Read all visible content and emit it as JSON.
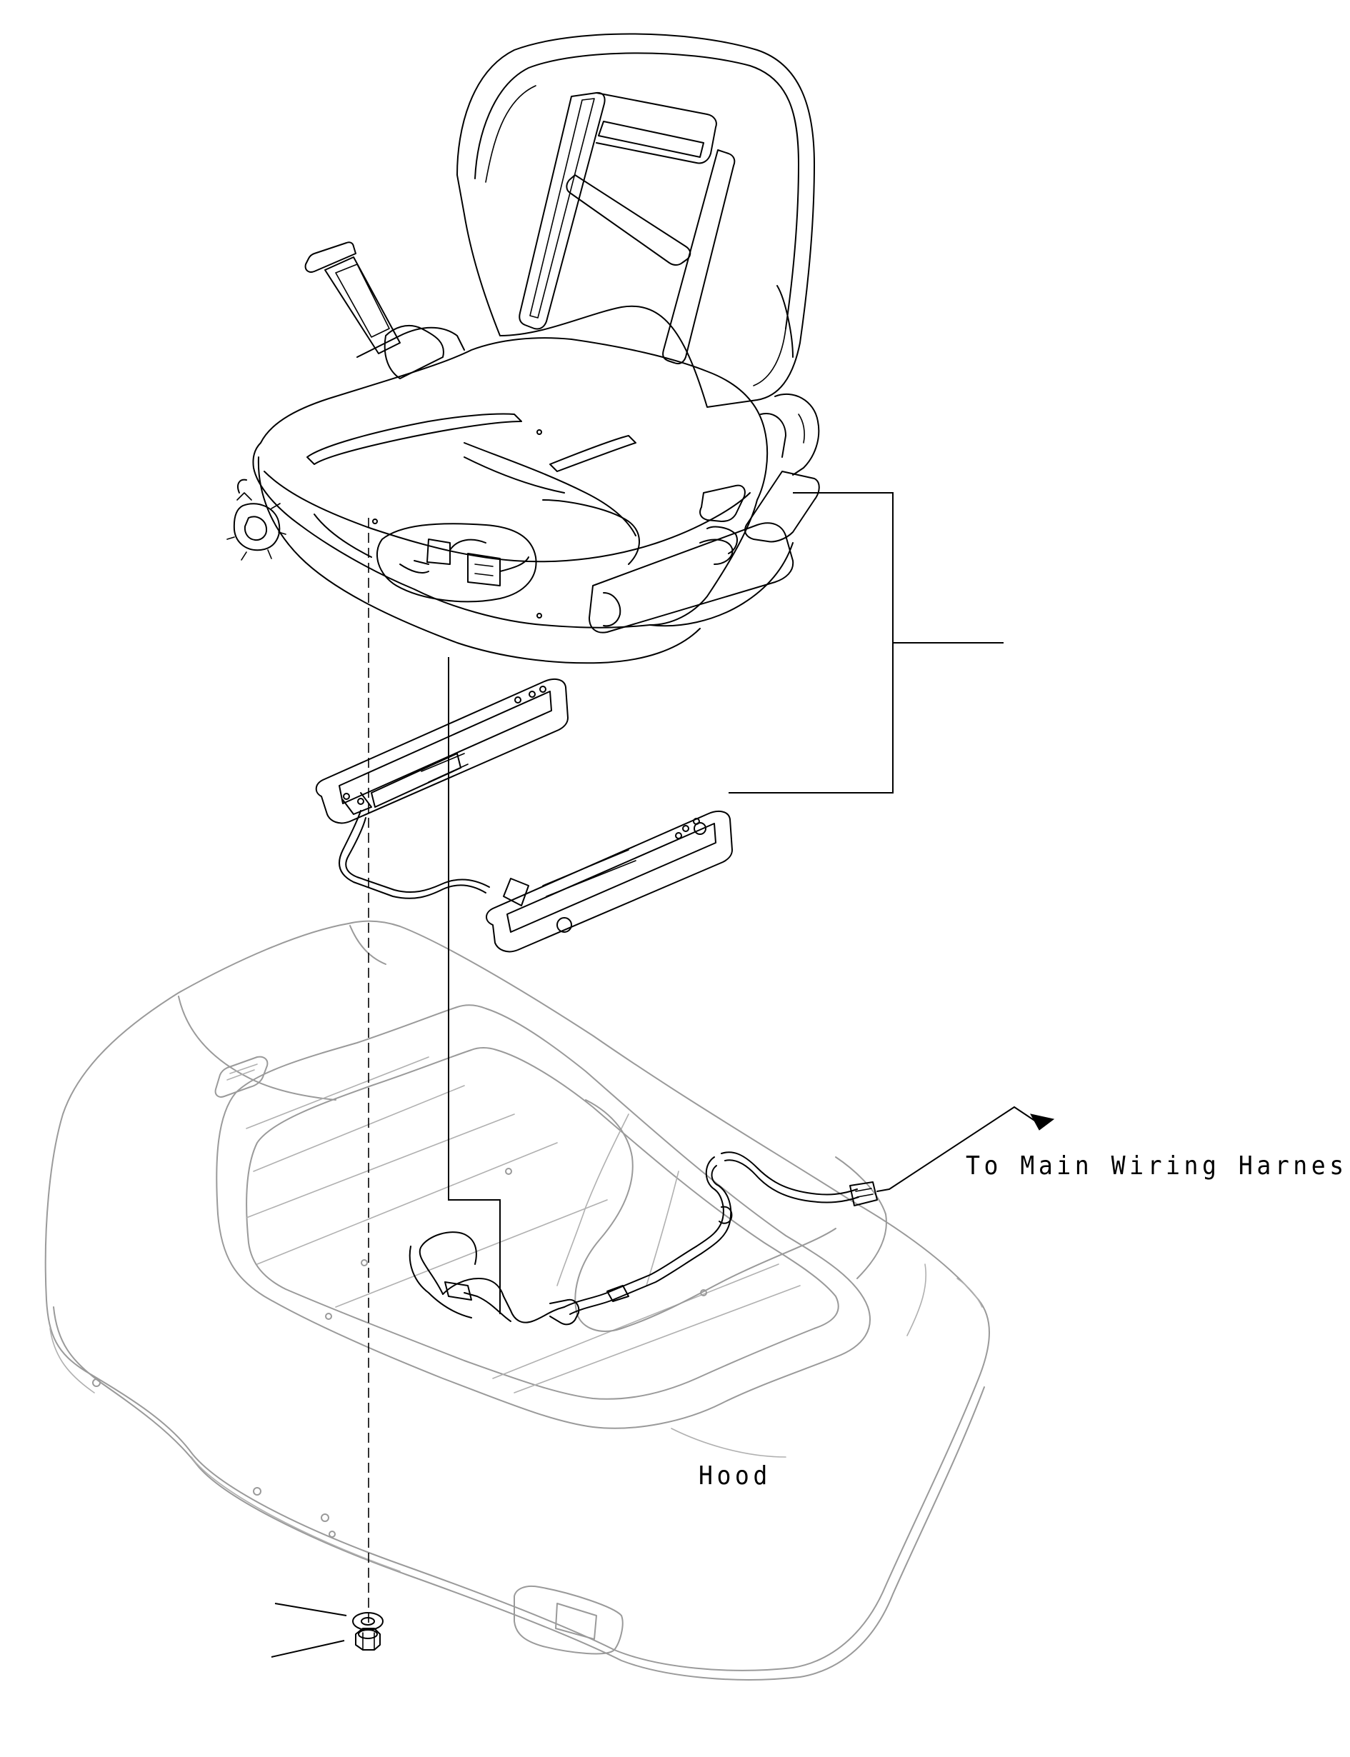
{
  "labels": {
    "harness": "To Main Wiring Harness",
    "hood": "Hood"
  },
  "colors": {
    "line": "#000000",
    "hood_line": "#9a9a9a",
    "background": "#ffffff"
  },
  "parts": [
    "seat-assembly",
    "seat-rails",
    "seat-wiring-harness",
    "hood",
    "washer",
    "nut"
  ]
}
